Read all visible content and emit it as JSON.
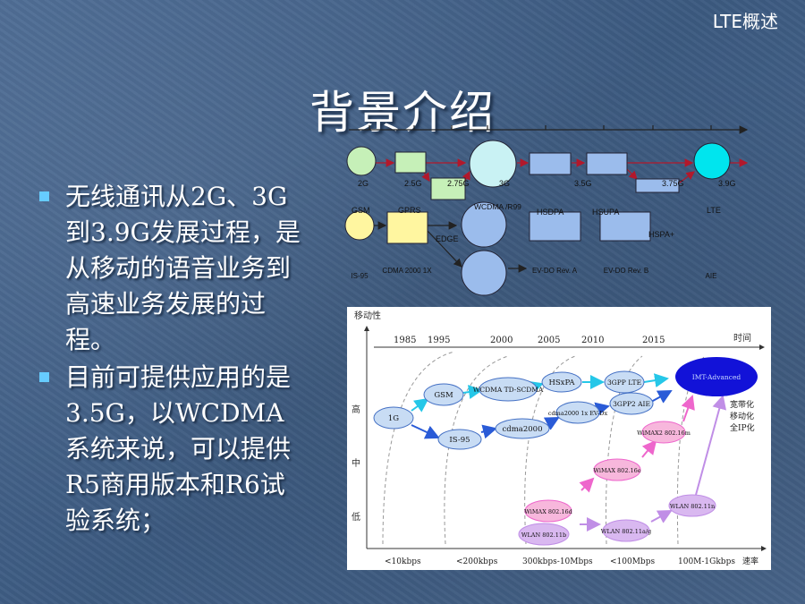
{
  "header": {
    "corner_label": "LTE概述"
  },
  "slide": {
    "title": "背景介绍"
  },
  "bullets": [
    "无线通讯从2G、3G到3.9G发展过程，是从移动的语音业务到高速业务发展的过程。",
    "目前可提供应用的是3.5G，以WCDMA系统来说，可以提供R5商用版本和R6试验系统；"
  ],
  "evolution_diagram": {
    "generations": [
      "2G",
      "2.5G",
      "2.75G",
      "3G",
      "3.5G",
      "3.75G",
      "3.9G"
    ],
    "row1": [
      "GSM",
      "GPRS",
      "EDGE",
      "WCDMA /R99",
      "HSDPA",
      "HSUPA",
      "HSPA+",
      "LTE"
    ],
    "row2": [
      "IS-95",
      "CDMA 2000 1X",
      "EV-DO Rev. A",
      "EV-DO Rev. B",
      "AIE"
    ],
    "colors": {
      "green": "#c6f0b8",
      "cyan": "#00e5ee",
      "blue": "#8fb3e8",
      "yellow": "#fff6a0",
      "red": "#b2182b"
    }
  },
  "roadmap": {
    "y_axis": "移动性",
    "x_axis": "时间",
    "years": [
      "1985",
      "1995",
      "2000",
      "2005",
      "2010",
      "2015"
    ],
    "levels": [
      "高",
      "中",
      "低"
    ],
    "rates": [
      "<10kbps",
      "<200kbps",
      "300kbps-10Mbps",
      "<100Mbps",
      "100M-1Gkbps"
    ],
    "rate_label": "速率",
    "nodes": {
      "n1g": "1G",
      "gsm": "GSM",
      "wcdma": "WCDMA TD-SCDMA",
      "hspa": "HSxPA",
      "lte": "3GPP LTE",
      "is95": "IS-95",
      "cdma2000": "cdma2000",
      "evdo": "cdma2000 1x EV-Dx",
      "aie": "3GPP2 AIE",
      "imt": "IMT-Advanced",
      "wimax2": "WiMAX2 802.16m",
      "wimaxe": "WiMAX 802.16e",
      "wimaxd": "WiMAX 802.16d",
      "wlanb": "WLAN 802.11b",
      "wlanag": "WLAN 802.11a/g",
      "wlann": "WLAN 802.11n"
    },
    "side_note": [
      "宽带化",
      "移动化",
      "全IP化"
    ]
  }
}
